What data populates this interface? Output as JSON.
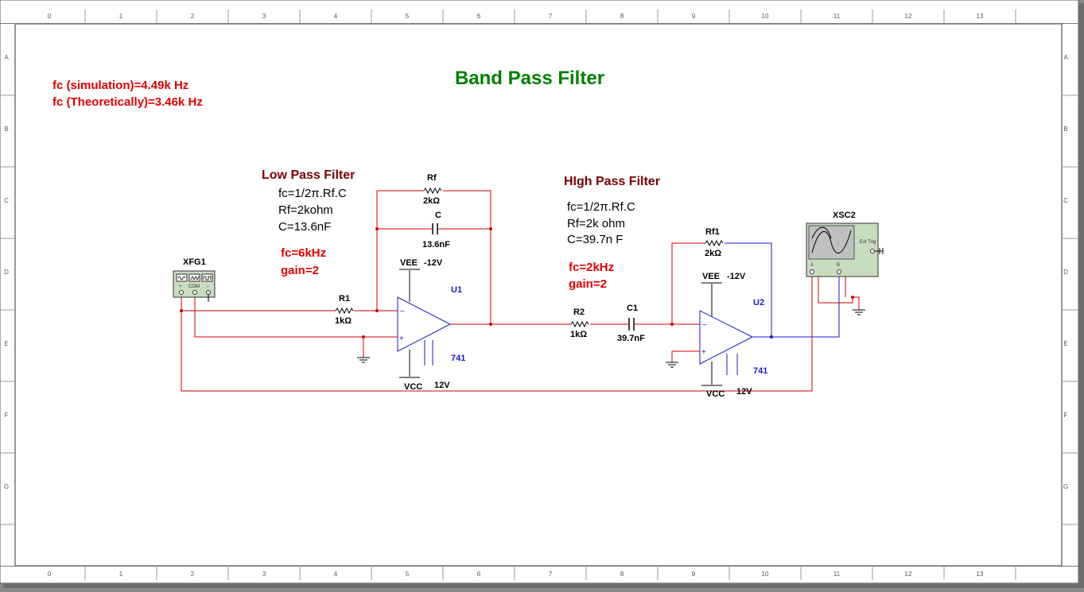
{
  "title": "Band Pass Filter",
  "notes": {
    "fc_simulation": "fc (simulation)=4.49k Hz",
    "fc_theoretical": "fc (Theoretically)=3.46k Hz"
  },
  "low_pass": {
    "heading": "Low Pass Filter",
    "formula": "fc=1/2π.Rf.C",
    "rf": "Rf=2kohm",
    "c": "C=13.6nF",
    "fc": "fc=6kHz",
    "gain": "gain=2"
  },
  "high_pass": {
    "heading": "HIgh Pass Filter",
    "formula": "fc=1/2π.Rf.C",
    "rf": "Rf=2k ohm",
    "c": "C=39.7n F",
    "fc": "fc=2kHz",
    "gain": "gain=2"
  },
  "components": {
    "xfg1": "XFG1",
    "xfg1_plus": "+",
    "xfg1_com": "COM",
    "xfg1_minus": "−",
    "xsc2": "XSC2",
    "xsc2_ext": "Ext Trig",
    "xsc2_a": "A",
    "xsc2_b": "B",
    "r1_name": "R1",
    "r1_val": "1kΩ",
    "rf_name": "Rf",
    "rf_val": "2kΩ",
    "c_name": "C",
    "c_val": "13.6nF",
    "u1": "U1",
    "u1_part": "741",
    "vee1": "VEE",
    "vee1_val": "-12V",
    "vcc1": "VCC",
    "vcc1_val": "12V",
    "r2_name": "R2",
    "r2_val": "1kΩ",
    "c1_name": "C1",
    "c1_val": "39.7nF",
    "rf1_name": "Rf1",
    "rf1_val": "2kΩ",
    "u2": "U2",
    "u2_part": "741",
    "vee2": "VEE",
    "vee2_val": "-12V",
    "vcc2": "VCC",
    "vcc2_val": "12V"
  },
  "border": {
    "columns": [
      "0",
      "1",
      "2",
      "3",
      "4",
      "5",
      "6",
      "7",
      "8",
      "9",
      "10",
      "11",
      "12",
      "13"
    ],
    "rows": [
      "A",
      "B",
      "C",
      "D",
      "E",
      "F",
      "G"
    ]
  },
  "colors": {
    "wire_red": "#d00000",
    "wire_blue": "#1a1ad0",
    "title_green": "#008000",
    "note_red": "#e00000",
    "heading_dark_red": "#7a0000"
  }
}
